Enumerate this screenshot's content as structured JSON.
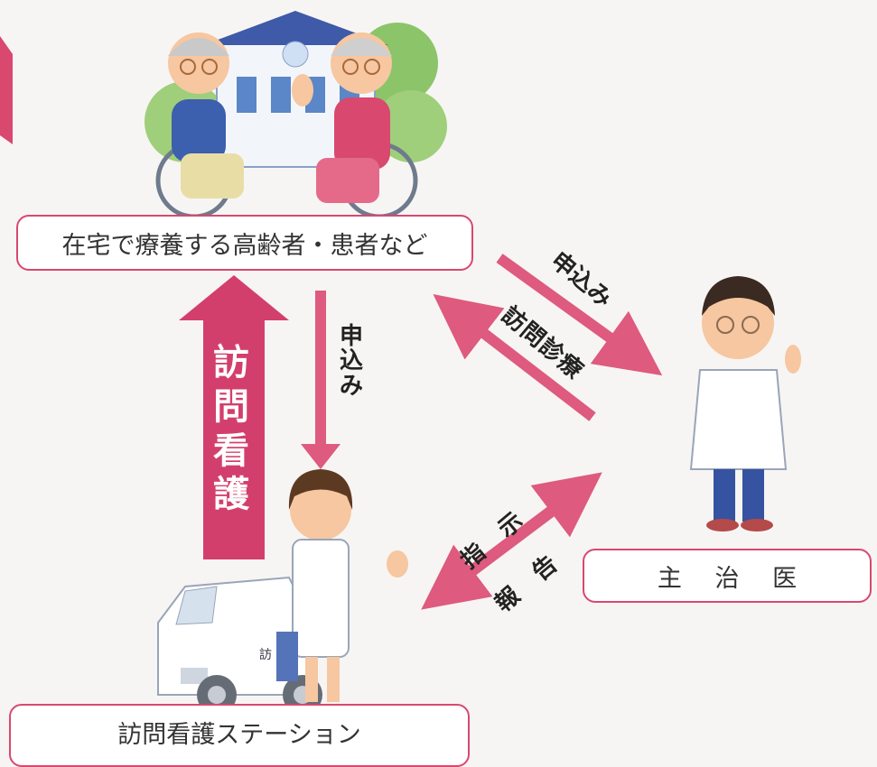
{
  "nodes": {
    "patients": "在宅で療養する高齢者・患者など",
    "doctor": "主 治 医",
    "station": "訪問看護ステーション"
  },
  "arrows": {
    "patients_to_station": "申込み",
    "station_to_patients": "訪問看護",
    "patients_to_doctor": "申込み",
    "doctor_to_patients": "訪問診療",
    "doctor_to_station": "指示",
    "station_to_doctor": "報告"
  },
  "illustrations": {
    "patients": "elderly-couple-wheelchairs-icon",
    "doctor": "doctor-icon",
    "station": "nurse-with-van-icon",
    "van_text": "訪"
  },
  "colors": {
    "accent": "#d9486f",
    "arrow": "#de5a7e",
    "big_arrow": "#d33f6c",
    "background": "#f7f5f3"
  }
}
